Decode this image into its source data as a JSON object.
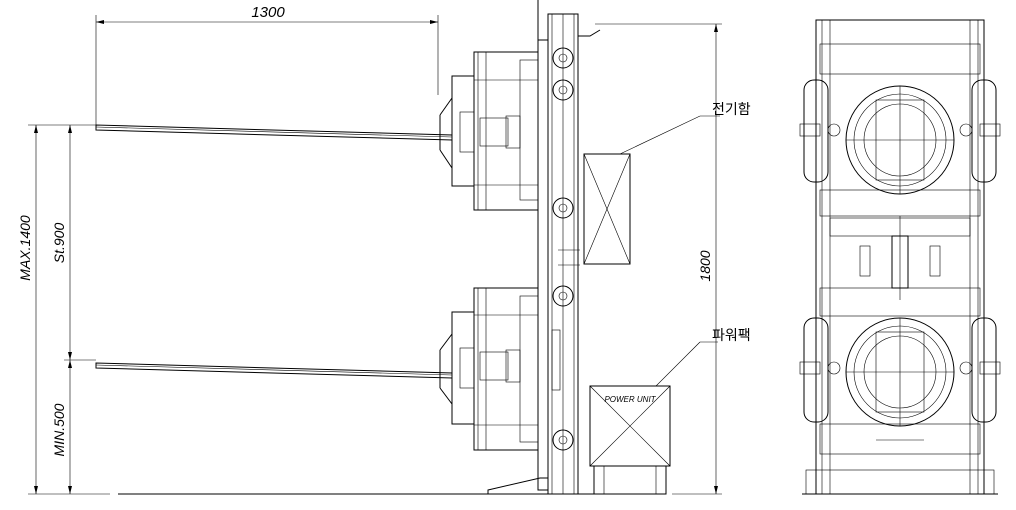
{
  "dimensions": {
    "width_label": "1300",
    "max_label": "MAX.1400",
    "stroke_label": "St.900",
    "min_label": "MIN.500",
    "height_label": "1800"
  },
  "callouts": {
    "electric_box": "전기함",
    "power_pack": "파워팩"
  },
  "power_unit_label": "POWER UNIT"
}
